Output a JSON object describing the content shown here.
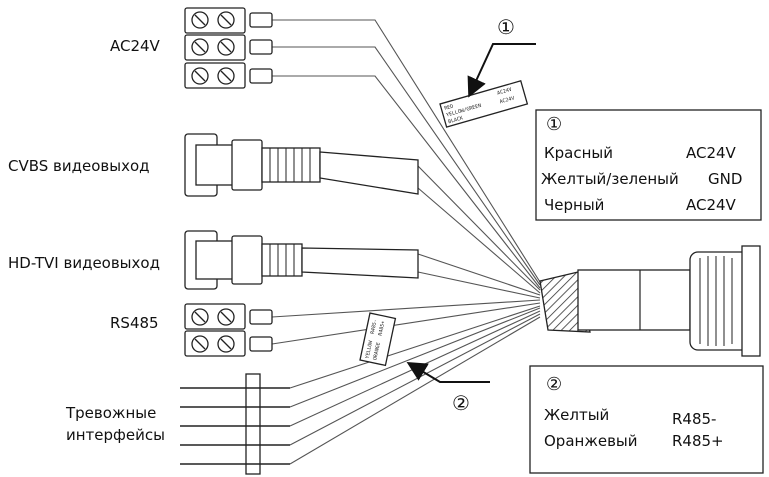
{
  "labels": {
    "ac24v": "AC24V",
    "cvbs": "CVBS видеовыход",
    "hdtvi": "HD-TVI видеовыход",
    "rs485": "RS485",
    "alarm_line1": "Тревожные",
    "alarm_line2": "интерфейсы"
  },
  "tag1": {
    "line1": "RED",
    "line2": "YELLOW/GREEN",
    "line3": "BLACK",
    "right1": "AC24V",
    "right2": "AC24V"
  },
  "tag2": {
    "line1": "YELLOW",
    "line2": "ORANGE",
    "right1": "R485-",
    "right2": "R485+"
  },
  "callouts": {
    "one": "①",
    "two": "②"
  },
  "box1": {
    "marker": "①",
    "rows": [
      {
        "name": "Красный",
        "value": "AC24V"
      },
      {
        "name": "Желтый/зеленый",
        "value": "GND"
      },
      {
        "name": "Черный",
        "value": "AC24V"
      }
    ]
  },
  "box2": {
    "marker": "②",
    "rows": [
      {
        "name": "Желтый",
        "value": "R485-"
      },
      {
        "name": "Оранжевый",
        "value": "R485+"
      }
    ]
  },
  "icons": {
    "terminal_block": "terminal-block-icon",
    "bnc": "bnc-connector-icon",
    "pins": "pin-header-icon",
    "gland": "cable-gland-icon"
  }
}
